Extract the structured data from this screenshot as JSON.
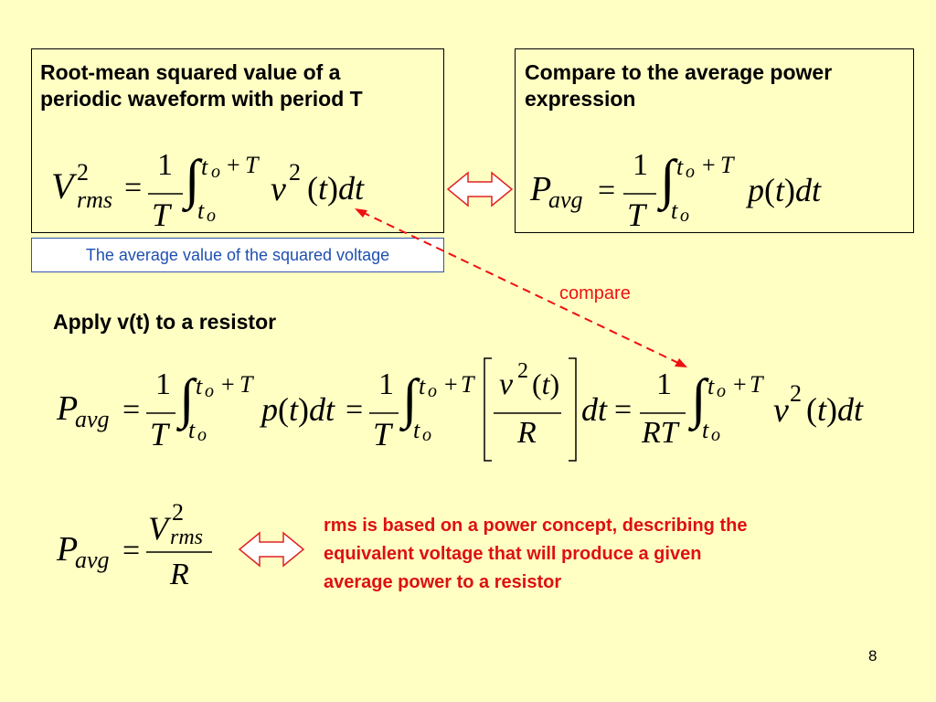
{
  "box_left": {
    "heading_line1": "Root-mean squared value of a",
    "heading_line2": "periodic waveform with period T"
  },
  "box_right": {
    "heading_line1": "Compare to the average power",
    "heading_line2": "expression"
  },
  "callout": "The average value of the squared voltage",
  "compare_label": "compare",
  "apply_heading": "Apply v(t) to a resistor",
  "note": {
    "line1": "rms is based on a power concept, describing the",
    "line2": "equivalent voltage that will produce a given",
    "line3": "average power to a resistor"
  },
  "page_number": "8",
  "colors": {
    "background": "#ffffc4",
    "callout_text": "#1f4fb0",
    "note_text": "#dd1111",
    "arrow_red": "#ee1111"
  },
  "icons": [
    "double-arrow-icon",
    "dashed-double-arrow-icon"
  ]
}
